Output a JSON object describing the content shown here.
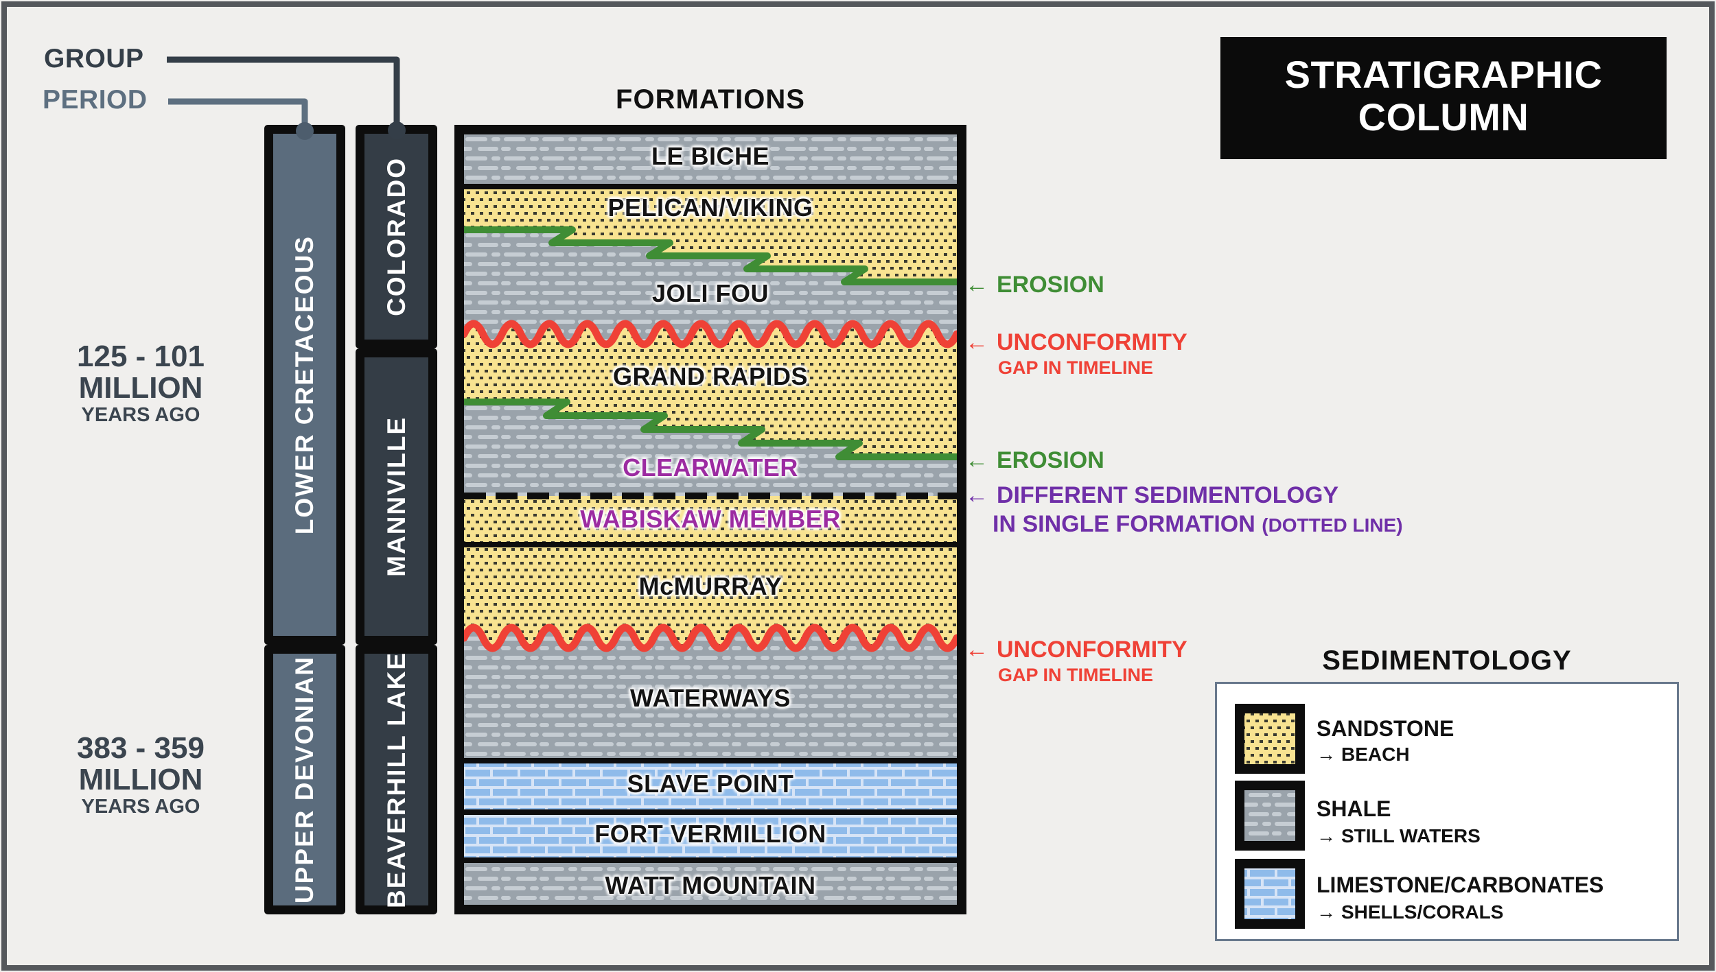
{
  "page": {
    "background": "#f0efed",
    "frame_color": "#55585c"
  },
  "title_box": {
    "line1": "STRATIGRAPHIC",
    "line2": "COLUMN",
    "bg": "#0b0b0b",
    "text_color": "#ffffff"
  },
  "axis_labels": {
    "group": "GROUP",
    "period": "PERIOD"
  },
  "formations_header": "FORMATIONS",
  "era_labels": [
    {
      "range": "125 - 101",
      "scale": "MILLION",
      "suffix": "YEARS AGO"
    },
    {
      "range": "383 - 359",
      "scale": "MILLION",
      "suffix": "YEARS AGO"
    }
  ],
  "period_bar": {
    "segments": [
      "LOWER CRETACEOUS",
      "UPPER DEVONIAN"
    ],
    "fill": "#5b6c7d"
  },
  "group_bar": {
    "segments": [
      "COLORADO",
      "MANNVILLE",
      "BEAVERHILL LAKE"
    ],
    "fill": "#343d46"
  },
  "formations": [
    {
      "name": "LE BICHE",
      "lithology": "shale"
    },
    {
      "name": "PELICAN/VIKING",
      "lithology": "sandstone"
    },
    {
      "name": "JOLI FOU",
      "lithology": "shale"
    },
    {
      "name": "GRAND RAPIDS",
      "lithology": "sandstone"
    },
    {
      "name": "CLEARWATER",
      "lithology": "shale"
    },
    {
      "name": "WABISKAW MEMBER",
      "lithology": "sandstone"
    },
    {
      "name": "McMURRAY",
      "lithology": "sandstone"
    },
    {
      "name": "WATERWAYS",
      "lithology": "shale"
    },
    {
      "name": "SLAVE POINT",
      "lithology": "limestone"
    },
    {
      "name": "FORT VERMILLION",
      "lithology": "limestone"
    },
    {
      "name": "WATT MOUNTAIN",
      "lithology": "shale"
    }
  ],
  "annotations": [
    {
      "arrow": "←",
      "text": "EROSION",
      "color": "#3f8d35"
    },
    {
      "arrow": "←",
      "text": "UNCONFORMITY",
      "sub": "GAP IN TIMELINE",
      "color": "#ef4136"
    },
    {
      "arrow": "←",
      "text": "EROSION",
      "color": "#3f8d35"
    },
    {
      "arrow": "←",
      "text": "DIFFERENT SEDIMENTOLOGY",
      "line2": "IN SINGLE FORMATION",
      "note": "(DOTTED LINE)",
      "color": "#6f2fa8"
    },
    {
      "arrow": "←",
      "text": "UNCONFORMITY",
      "sub": "GAP IN TIMELINE",
      "color": "#ef4136"
    }
  ],
  "legend": {
    "title": "SEDIMENTOLOGY",
    "items": [
      {
        "name": "SANDSTONE",
        "arrow": "→",
        "environment": "BEACH",
        "lithology": "sandstone"
      },
      {
        "name": "SHALE",
        "arrow": "→",
        "environment": "STILL WATERS",
        "lithology": "shale"
      },
      {
        "name": "LIMESTONE/CARBONATES",
        "arrow": "→",
        "environment": "SHELLS/CORALS",
        "lithology": "limestone"
      }
    ]
  },
  "colors": {
    "sandstone": "#f8e391",
    "shale": "#9aa3ab",
    "limestone": "#8fbbea",
    "erosion_green": "#3f8d35",
    "unconformity_red": "#ef4136",
    "different_sedimentology_purple": "#6f2fa8",
    "member_label_purple": "#9c2ba1"
  }
}
